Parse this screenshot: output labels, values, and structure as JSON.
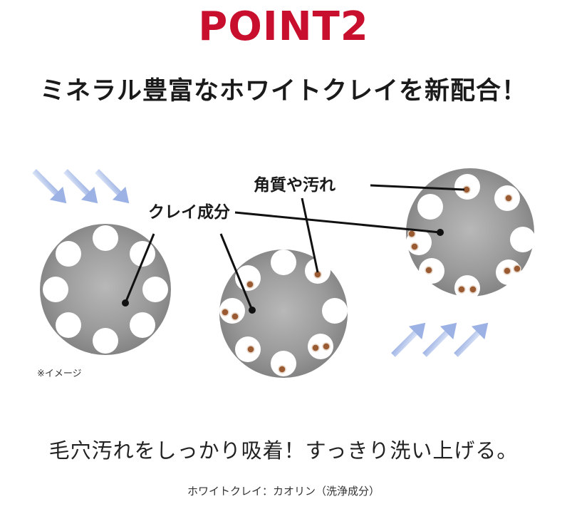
{
  "title": "POINT2",
  "headline": "ミネラル豊富なホワイトクレイを新配合！",
  "illustration": {
    "label_dirt": "角質や汚れ",
    "label_clay": "クレイ成分",
    "caption": "※イメージ"
  },
  "tagline": "毛穴汚れをしっかり吸着！すっきり洗い上げる。",
  "note": "ホワイトクレイ：カオリン（洗浄成分）",
  "colors": {
    "title_red": "#c8102e",
    "clay_gray": "#8f8f8f",
    "arrow_blue": "#a9bce8",
    "dirt_brown": "#9a5a32"
  }
}
